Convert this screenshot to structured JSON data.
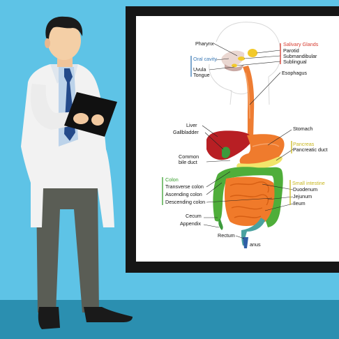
{
  "colors": {
    "wall": "#5ec3e6",
    "floor": "#2b8fb0",
    "board_frame": "#161616",
    "board_panel": "#ffffff",
    "group_blue": "#3a79b5",
    "group_red": "#d63a2e",
    "group_yellow": "#c8b61d",
    "group_green": "#3aa02f"
  },
  "labels": {
    "pharynx": "Pharynx",
    "oral_cavity": "Oral cavity",
    "uvula": "Uvula",
    "tongue": "Tongue",
    "salivary_glands": "Salivary Glands",
    "parotid": "Parotid",
    "submandibular": "Submandibular",
    "sublingual": "Sublingual",
    "esophagus": "Esophagus",
    "liver": "Liver",
    "gallbladder": "Gallbladder",
    "stomach": "Stomach",
    "pancreas": "Pancreas",
    "pancreatic_duct": "Pancreatic duct",
    "common_bile_duct_1": "Common",
    "common_bile_duct_2": "bile duct",
    "colon": "Colon",
    "transverse_colon": "Transverse colon",
    "ascending_colon": "Ascending colon",
    "descending_colon": "Descending colon",
    "small_intestine": "Small intestine",
    "duodenum": "Duodenum",
    "jejunum": "Jejunum",
    "ileum": "Ileum",
    "cecum": "Cecum",
    "appendix": "Appendix",
    "rectum": "Rectum",
    "anus": "anus"
  }
}
